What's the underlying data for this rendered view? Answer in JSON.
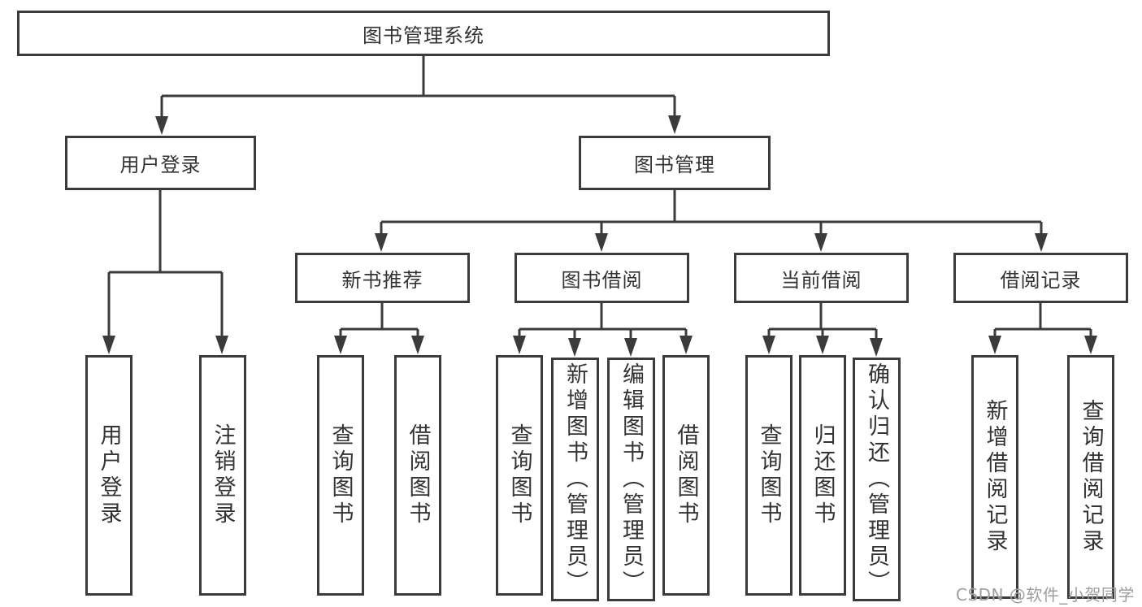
{
  "tree": {
    "label": "图书管理系统",
    "children": [
      {
        "label": "用户登录",
        "children": [
          {
            "label": "用户登录"
          },
          {
            "label": "注销登录"
          }
        ]
      },
      {
        "label": "图书管理",
        "children": [
          {
            "label": "新书推荐",
            "children": [
              {
                "label": "查询图书"
              },
              {
                "label": "借阅图书"
              }
            ]
          },
          {
            "label": "图书借阅",
            "children": [
              {
                "label": "查询图书"
              },
              {
                "label": "新增图书（管理员）"
              },
              {
                "label": "编辑图书（管理员）"
              },
              {
                "label": "借阅图书"
              }
            ]
          },
          {
            "label": "当前借阅",
            "children": [
              {
                "label": "查询图书"
              },
              {
                "label": "归还图书"
              },
              {
                "label": "确认归还（管理员）"
              }
            ]
          },
          {
            "label": "借阅记录",
            "children": [
              {
                "label": "新增借阅记录"
              },
              {
                "label": "查询借阅记录"
              }
            ]
          }
        ]
      }
    ]
  },
  "watermark": {
    "text": "CSDN @软件_小贺同学"
  },
  "colors": {
    "line": "#3b3b3b",
    "box_border": "#3b3b3b",
    "text": "#333333",
    "watermark": "#9e9e9e",
    "background": "#ffffff"
  }
}
